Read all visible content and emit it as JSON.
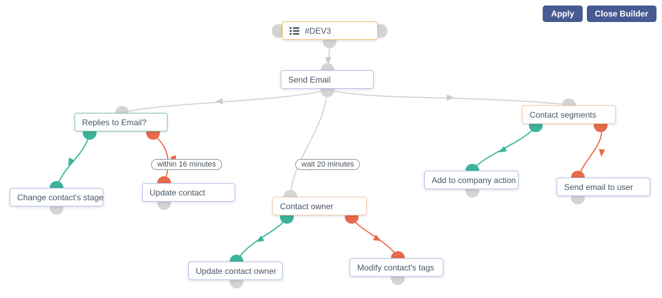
{
  "toolbar": {
    "apply_label": "Apply",
    "close_builder_label": "Close Builder"
  },
  "colors": {
    "success_path": "#3cb39a",
    "failure_path": "#e8694b",
    "neutral_path": "#cfd2d4",
    "neutral_anchor": "#d4d4d4",
    "button_bg": "#485a92",
    "source_border": "#f0c36f",
    "action_border": "#b9c6e8",
    "decision_border": "#85c6af",
    "condition_border": "#f7cdb4"
  },
  "nodes": [
    {
      "id": "dev3",
      "label": "#DEV3",
      "type": "source",
      "icon": "list-icon"
    },
    {
      "id": "send-email",
      "label": "Send Email",
      "type": "action"
    },
    {
      "id": "replies-to-email",
      "label": "Replies to Email?",
      "type": "decision"
    },
    {
      "id": "change-contacts-stage",
      "label": "Change contact's stage",
      "type": "action"
    },
    {
      "id": "update-contact",
      "label": "Update contact",
      "type": "action"
    },
    {
      "id": "contact-owner",
      "label": "Contact owner",
      "type": "condition"
    },
    {
      "id": "contact-segments",
      "label": "Contact segments",
      "type": "condition"
    },
    {
      "id": "add-to-company-action",
      "label": "Add to company action",
      "type": "action"
    },
    {
      "id": "send-email-to-user",
      "label": "Send email to user",
      "type": "action"
    },
    {
      "id": "update-contact-owner",
      "label": "Update contact owner",
      "type": "action"
    },
    {
      "id": "modify-contacts-tags",
      "label": "Modify contact's tags",
      "type": "action"
    }
  ],
  "edge_labels": [
    {
      "id": "within-16-minutes",
      "text": "within 16 minutes"
    },
    {
      "id": "wait-20-minutes",
      "text": "wait 20 minutes"
    }
  ]
}
